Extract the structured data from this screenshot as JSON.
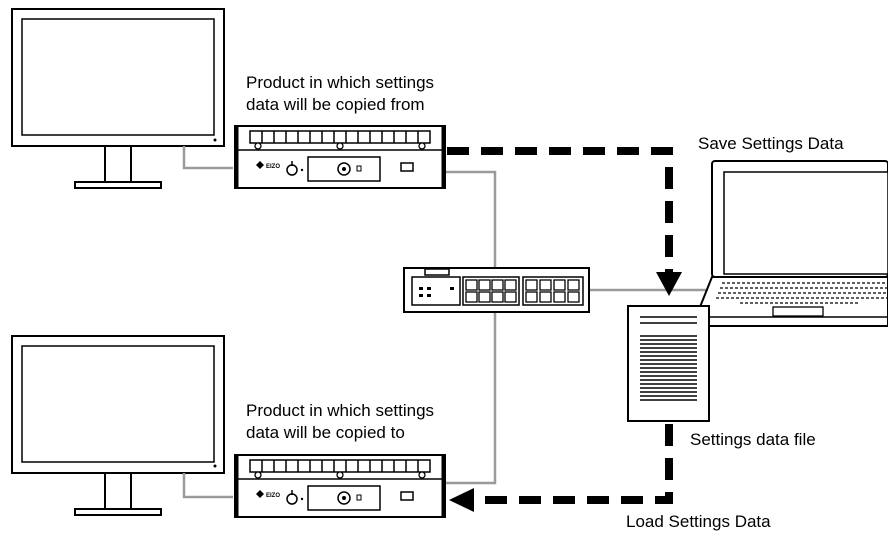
{
  "labels": {
    "copy_from_line1": "Product in which settings",
    "copy_from_line2": "data will be copied from",
    "copy_to_line1": "Product in which settings",
    "copy_to_line2": "data will be copied to",
    "save": "Save Settings Data",
    "file": "Settings data file",
    "load": "Load Settings Data"
  },
  "devices": {
    "brand_text": "EIZO"
  }
}
